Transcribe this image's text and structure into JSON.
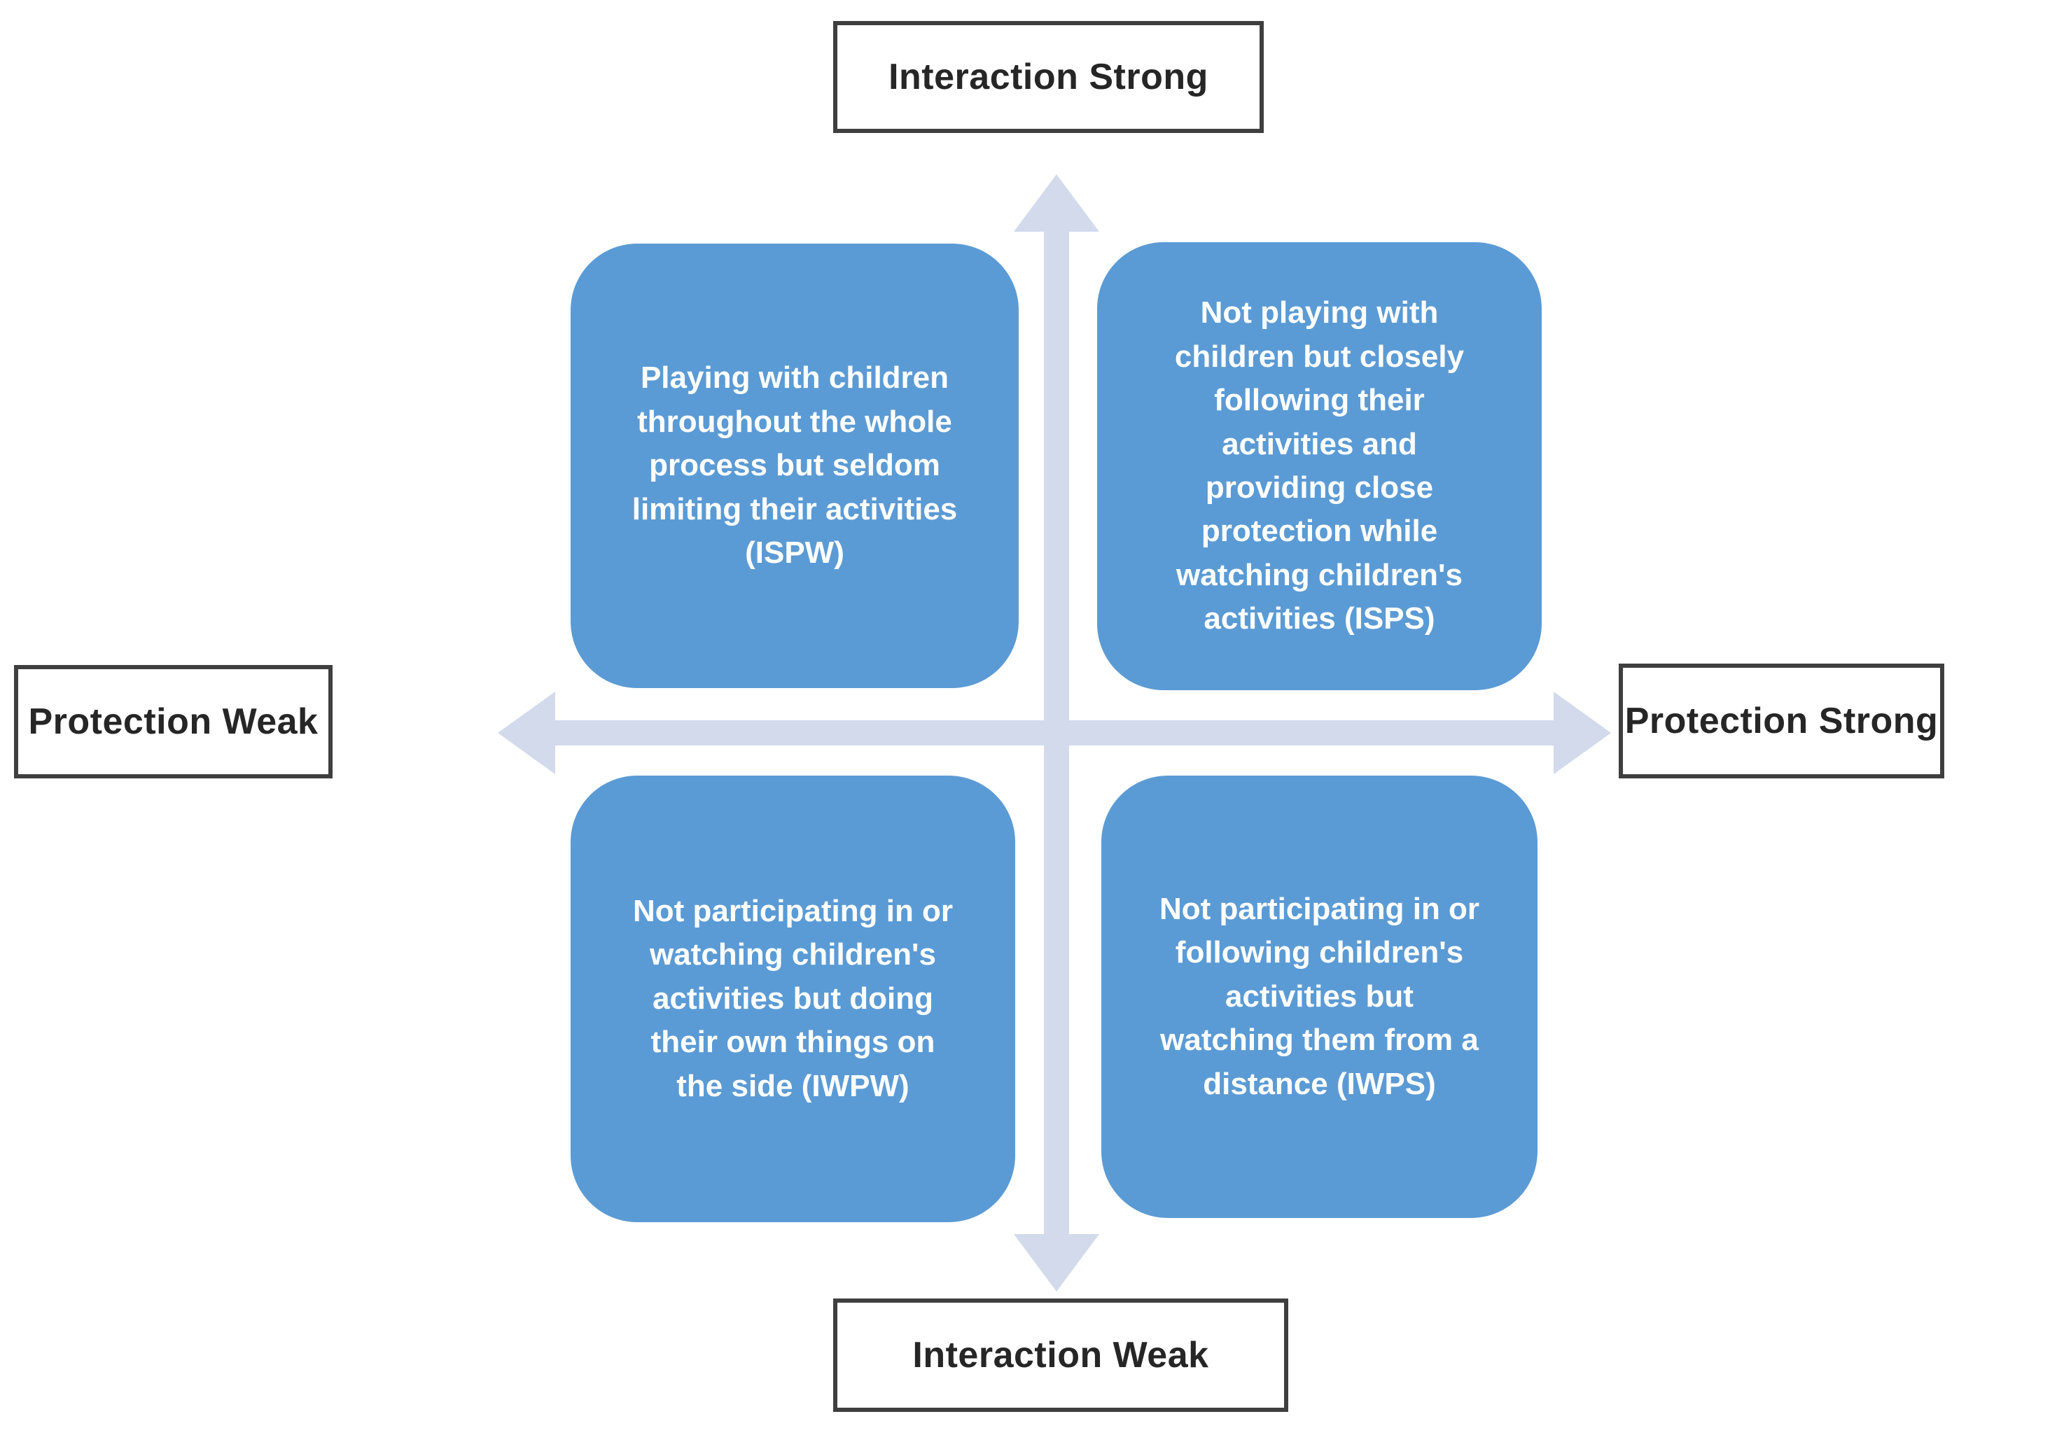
{
  "axis_labels": {
    "top": "Interaction Strong",
    "bottom": "Interaction Weak",
    "left": "Protection Weak",
    "right": "Protection Strong"
  },
  "quadrants": {
    "top_left": "Playing with children\nthroughout the whole\nprocess but seldom\nlimiting their activities\n(ISPW)",
    "top_right": "Not playing with\nchildren but closely\nfollowing their\nactivities and\nproviding close\nprotection while\nwatching children's\nactivities (ISPS)",
    "bottom_left": "Not participating in or\nwatching children's\nactivities but doing\ntheir own things on\nthe side (IWPW)",
    "bottom_right": "Not participating in or\nfollowing children's\nactivities but\nwatching them from a\ndistance (IWPS)"
  },
  "colors": {
    "quadrant_fill": "#5b9bd5",
    "quadrant_text": "#ffffff",
    "arrow": "#d2daec",
    "label_box_border": "#3f3f3f",
    "label_text": "#262626",
    "background": "#ffffff"
  }
}
